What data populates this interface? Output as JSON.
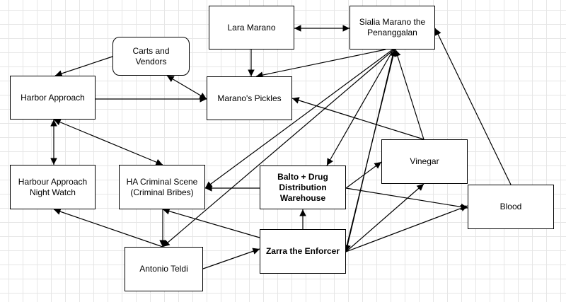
{
  "diagram": {
    "nodes": [
      {
        "id": "lara",
        "label": "Lara Marano",
        "bold": false,
        "rounded": false
      },
      {
        "id": "sialia",
        "label": "Sialia Marano the Penanggalan",
        "bold": false,
        "rounded": false
      },
      {
        "id": "carts",
        "label": "Carts and Vendors",
        "bold": false,
        "rounded": true
      },
      {
        "id": "harbor",
        "label": "Harbor Approach",
        "bold": false,
        "rounded": false
      },
      {
        "id": "pickles",
        "label": "Marano's Pickles",
        "bold": false,
        "rounded": false
      },
      {
        "id": "nightwatch",
        "label": "Harbour Approach Night Watch",
        "bold": false,
        "rounded": false
      },
      {
        "id": "crime",
        "label": "HA Criminal Scene (Criminal Bribes)",
        "bold": false,
        "rounded": false
      },
      {
        "id": "balto",
        "label": "Balto + Drug Distribution Warehouse",
        "bold": true,
        "rounded": false
      },
      {
        "id": "vinegar",
        "label": "Vinegar",
        "bold": false,
        "rounded": false
      },
      {
        "id": "blood",
        "label": "Blood",
        "bold": false,
        "rounded": false
      },
      {
        "id": "antonio",
        "label": "Antonio Teldi",
        "bold": false,
        "rounded": false
      },
      {
        "id": "zarra",
        "label": "Zarra the Enforcer",
        "bold": true,
        "rounded": false
      }
    ],
    "edges": [
      {
        "from": "lara",
        "to": "sialia",
        "bidirectional": true
      },
      {
        "from": "lara",
        "to": "pickles",
        "bidirectional": false
      },
      {
        "from": "sialia",
        "to": "pickles",
        "bidirectional": false
      },
      {
        "from": "carts",
        "to": "harbor",
        "bidirectional": false
      },
      {
        "from": "carts",
        "to": "pickles",
        "bidirectional": true
      },
      {
        "from": "harbor",
        "to": "pickles",
        "bidirectional": false
      },
      {
        "from": "harbor",
        "to": "nightwatch",
        "bidirectional": true
      },
      {
        "from": "harbor",
        "to": "crime",
        "bidirectional": true
      },
      {
        "from": "sialia",
        "to": "crime",
        "bidirectional": false
      },
      {
        "from": "sialia",
        "to": "antonio",
        "bidirectional": false
      },
      {
        "from": "sialia",
        "to": "balto",
        "bidirectional": false
      },
      {
        "from": "sialia",
        "to": "zarra",
        "bidirectional": false
      },
      {
        "from": "zarra",
        "to": "sialia",
        "bidirectional": false
      },
      {
        "from": "vinegar",
        "to": "sialia",
        "bidirectional": false
      },
      {
        "from": "blood",
        "to": "sialia",
        "bidirectional": false
      },
      {
        "from": "vinegar",
        "to": "pickles",
        "bidirectional": false
      },
      {
        "from": "balto",
        "to": "crime",
        "bidirectional": false
      },
      {
        "from": "balto",
        "to": "vinegar",
        "bidirectional": false
      },
      {
        "from": "balto",
        "to": "blood",
        "bidirectional": false
      },
      {
        "from": "zarra",
        "to": "balto",
        "bidirectional": false
      },
      {
        "from": "zarra",
        "to": "crime",
        "bidirectional": false
      },
      {
        "from": "zarra",
        "to": "vinegar",
        "bidirectional": false
      },
      {
        "from": "zarra",
        "to": "blood",
        "bidirectional": false
      },
      {
        "from": "crime",
        "to": "antonio",
        "bidirectional": false
      },
      {
        "from": "antonio",
        "to": "nightwatch",
        "bidirectional": false
      },
      {
        "from": "antonio",
        "to": "zarra",
        "bidirectional": false
      }
    ]
  }
}
